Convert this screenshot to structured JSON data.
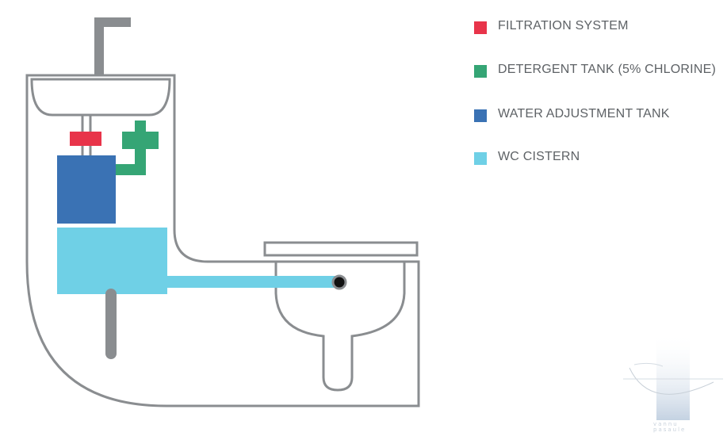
{
  "colors": {
    "filtration": "#e8344a",
    "detergent": "#35a575",
    "adjustment": "#3a72b4",
    "cistern": "#6fd0e6",
    "outline": "#8a8d90",
    "pipe": "#8a8d90"
  },
  "legend": [
    {
      "label": "FILTRATION SYSTEM",
      "color": "#e8344a"
    },
    {
      "label": "DETERGENT TANK (5% CHLORINE)",
      "color": "#35a575"
    },
    {
      "label": "WATER ADJUSTMENT TANK",
      "color": "#3a72b4"
    },
    {
      "label": "WC CISTERN",
      "color": "#6fd0e6"
    }
  ],
  "watermark": {
    "line1": "vannu",
    "line2": "pasaule"
  }
}
